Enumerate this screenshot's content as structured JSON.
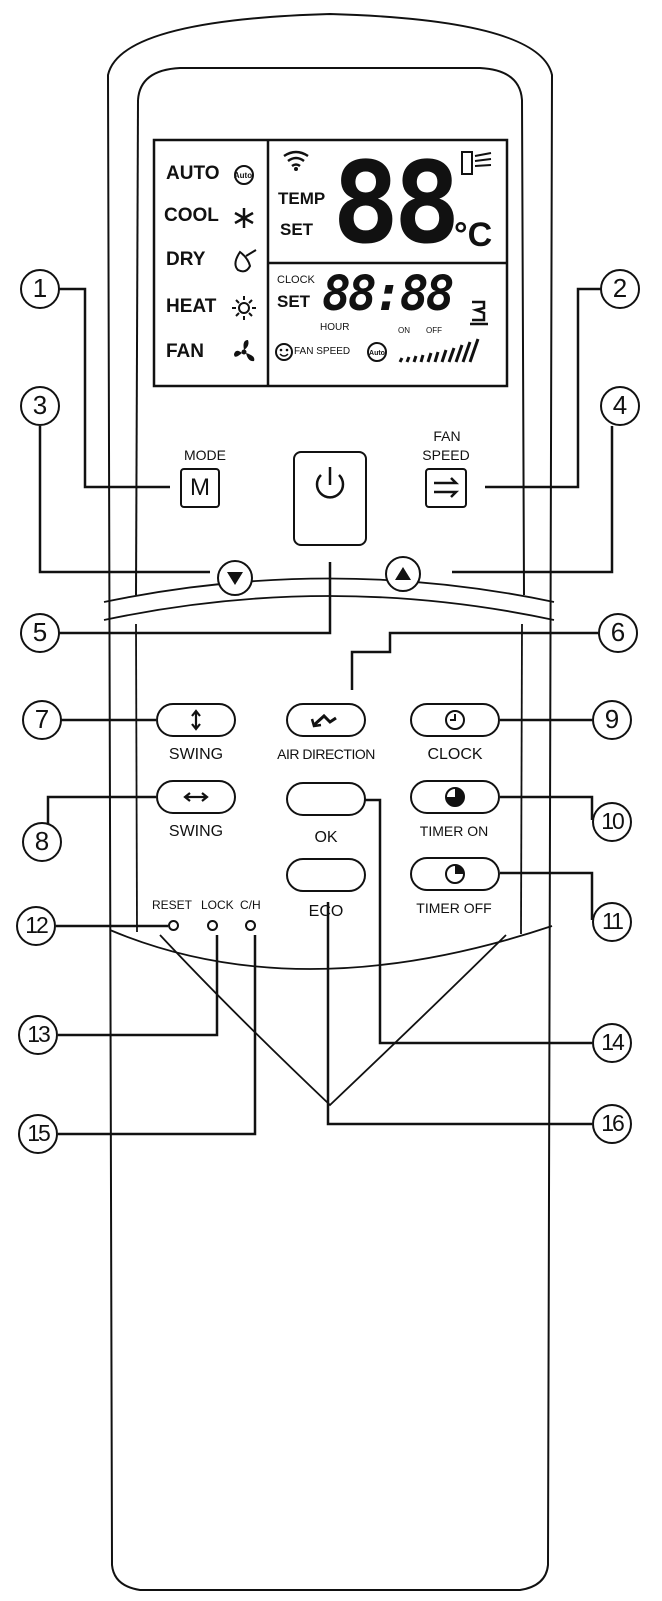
{
  "lcd": {
    "modes": [
      "AUTO",
      "COOL",
      "DRY",
      "HEAT",
      "FAN"
    ],
    "temp_label": "TEMP",
    "set_label": "SET",
    "temp_digits": "88",
    "temp_unit": "°C",
    "clock_label": "CLOCK",
    "clock_set_label": "SET",
    "clock_digits": "88:88",
    "hour_label": "HOUR",
    "on_label": "ON",
    "off_label": "OFF",
    "fan_speed_label": "FAN SPEED",
    "auto_icon_text": "Auto"
  },
  "buttons": {
    "mode_label": "MODE",
    "mode_key": "M",
    "fan_speed_label_1": "FAN",
    "fan_speed_label_2": "SPEED",
    "swing_v_label": "SWING",
    "swing_h_label": "SWING",
    "air_direction_label": "AIR DIRECTION",
    "ok_label": "OK",
    "eco_label": "ECO",
    "clock_label": "CLOCK",
    "timer_on_label": "TIMER ON",
    "timer_off_label": "TIMER OFF",
    "reset_label": "RESET",
    "lock_label": "LOCK",
    "ch_label": "C/H"
  },
  "callouts": [
    "1",
    "2",
    "3",
    "4",
    "5",
    "6",
    "7",
    "8",
    "9",
    "10",
    "11",
    "12",
    "13",
    "14",
    "15",
    "16"
  ]
}
